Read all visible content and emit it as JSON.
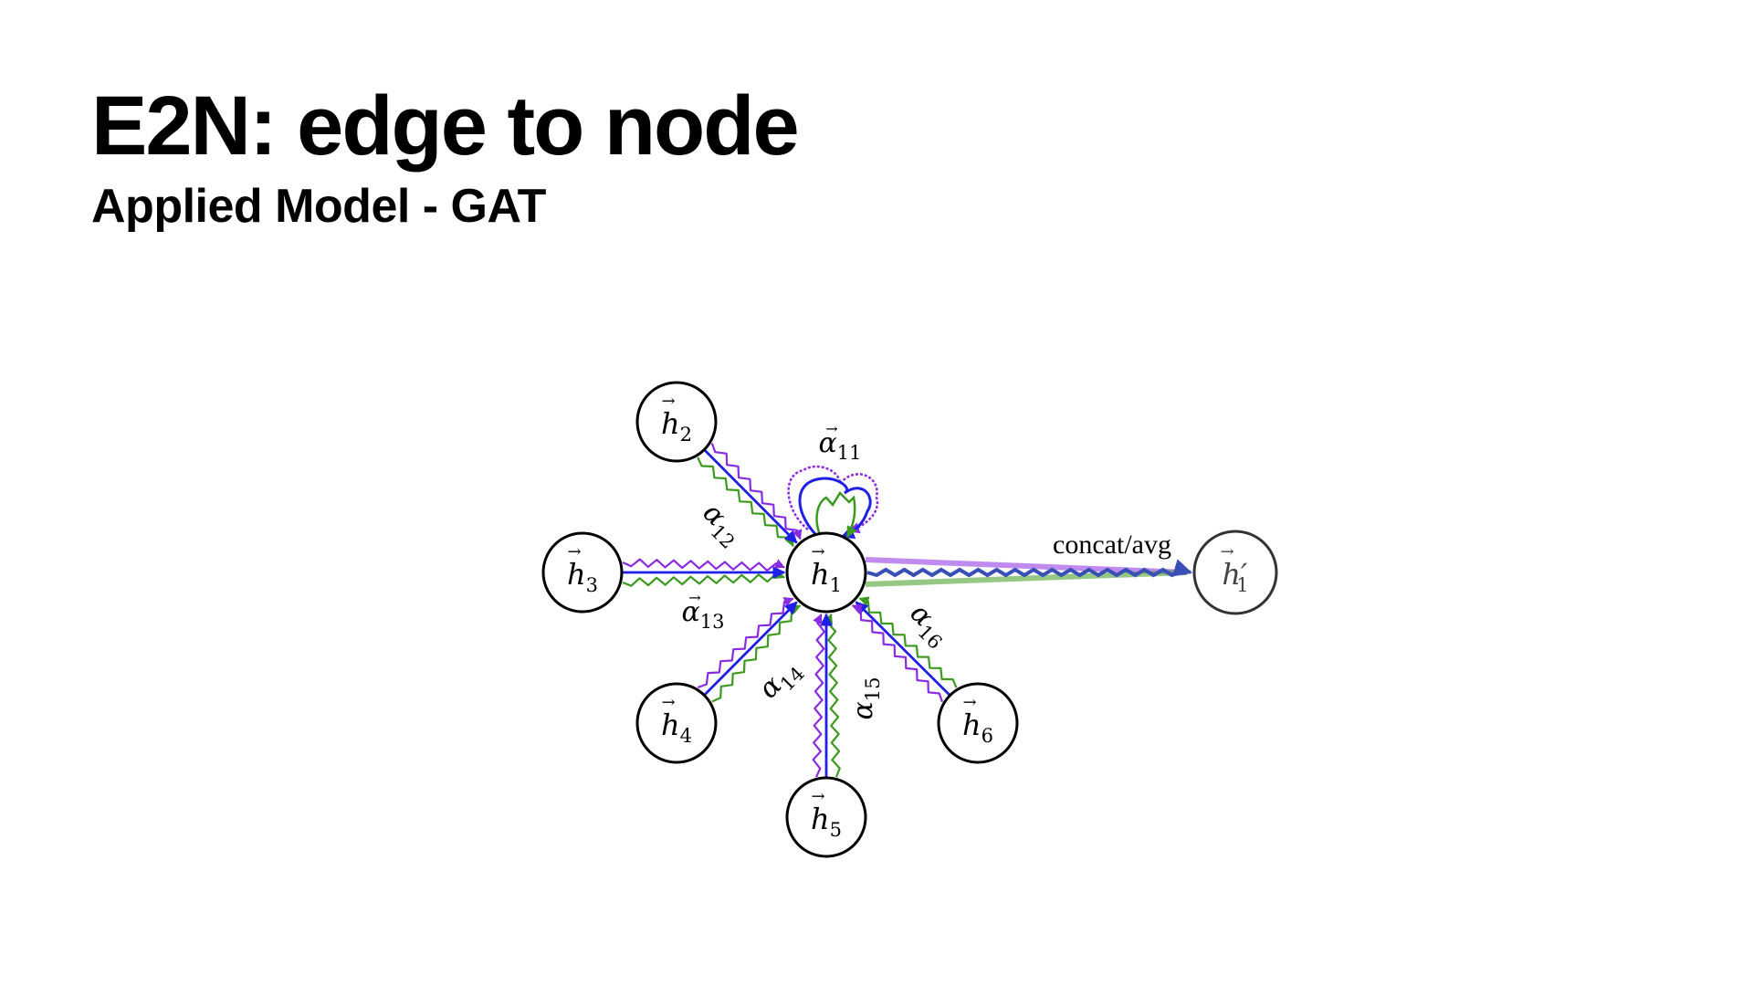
{
  "slide": {
    "title": "E2N: edge to node",
    "subtitle": "Applied Model - GAT"
  },
  "diagram": {
    "center_node": {
      "main": "h",
      "sub": "1"
    },
    "neighbor_nodes": [
      {
        "main": "h",
        "sub": "2"
      },
      {
        "main": "h",
        "sub": "3"
      },
      {
        "main": "h",
        "sub": "4"
      },
      {
        "main": "h",
        "sub": "5"
      },
      {
        "main": "h",
        "sub": "6"
      }
    ],
    "output_node": {
      "main": "h",
      "prime": "′",
      "sub": "1"
    },
    "attention_labels": [
      {
        "main": "α",
        "sub": "11"
      },
      {
        "main": "α",
        "sub": "12"
      },
      {
        "main": "α",
        "sub": "13"
      },
      {
        "main": "α",
        "sub": "14"
      },
      {
        "main": "α",
        "sub": "15"
      },
      {
        "main": "α",
        "sub": "16"
      }
    ],
    "aggregation_label": "concat/avg",
    "head_colors": {
      "head_1": "#1f1fe6",
      "head_2": "#3c9a1e",
      "head_3": "#8a2be2"
    },
    "icons": {
      "vector_arrow": "vector-arrow-accent",
      "edge_arrowhead": "arrowhead"
    }
  }
}
